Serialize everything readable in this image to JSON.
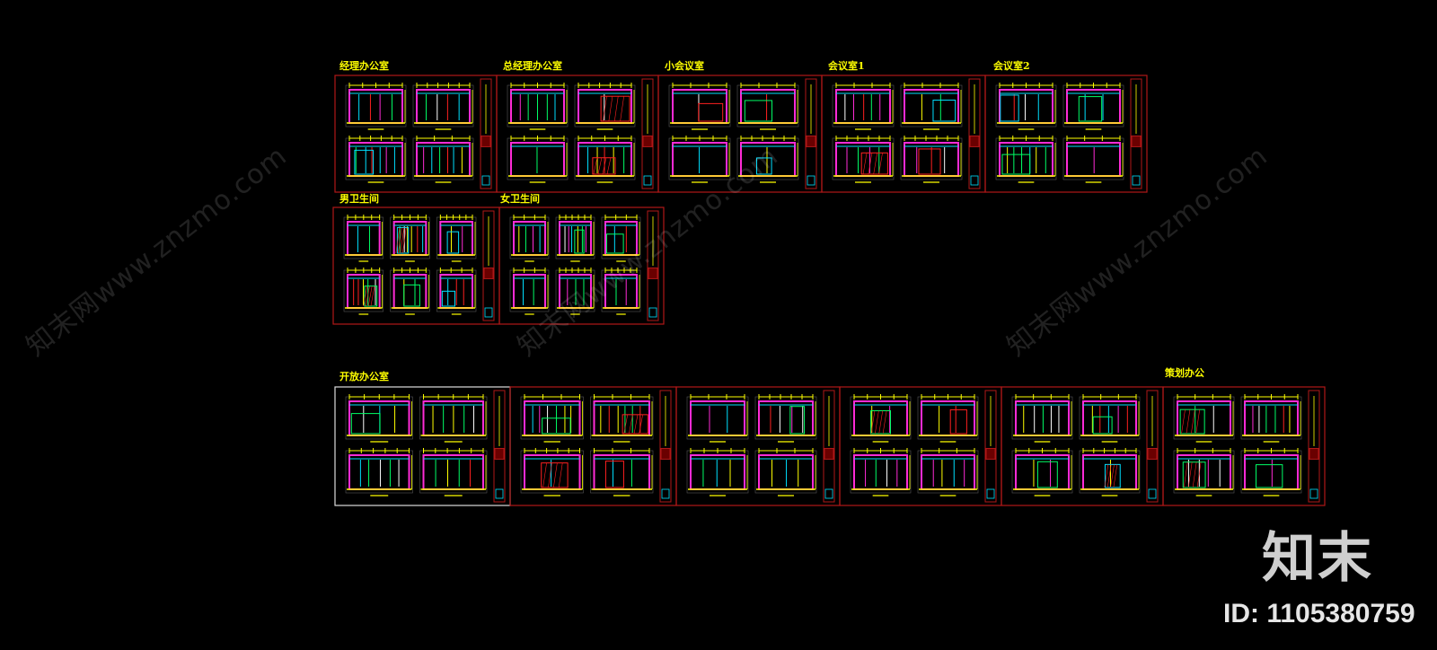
{
  "colors": {
    "background": "#000000",
    "frame": "#b01818",
    "title_text": "#ffff00",
    "wall": "#ff2bd6",
    "dim": "#ffff00",
    "cyan": "#00e0ff",
    "green": "#00ff66",
    "red": "#ff2020",
    "white": "#ffffff"
  },
  "sections": [
    {
      "title": "经理办公室"
    },
    {
      "title": "总经理办公室"
    },
    {
      "title": "小会议室"
    },
    {
      "title": "会议室1"
    },
    {
      "title": "会议室2"
    },
    {
      "title": "男卫生间"
    },
    {
      "title": "女卫生间"
    },
    {
      "title": "开放办公室"
    },
    {
      "title": "策划办公"
    }
  ],
  "watermark": {
    "text": "知末网www.znzmo.com"
  },
  "brand": {
    "logo": "知末",
    "id_text": "ID: 1105380759"
  }
}
